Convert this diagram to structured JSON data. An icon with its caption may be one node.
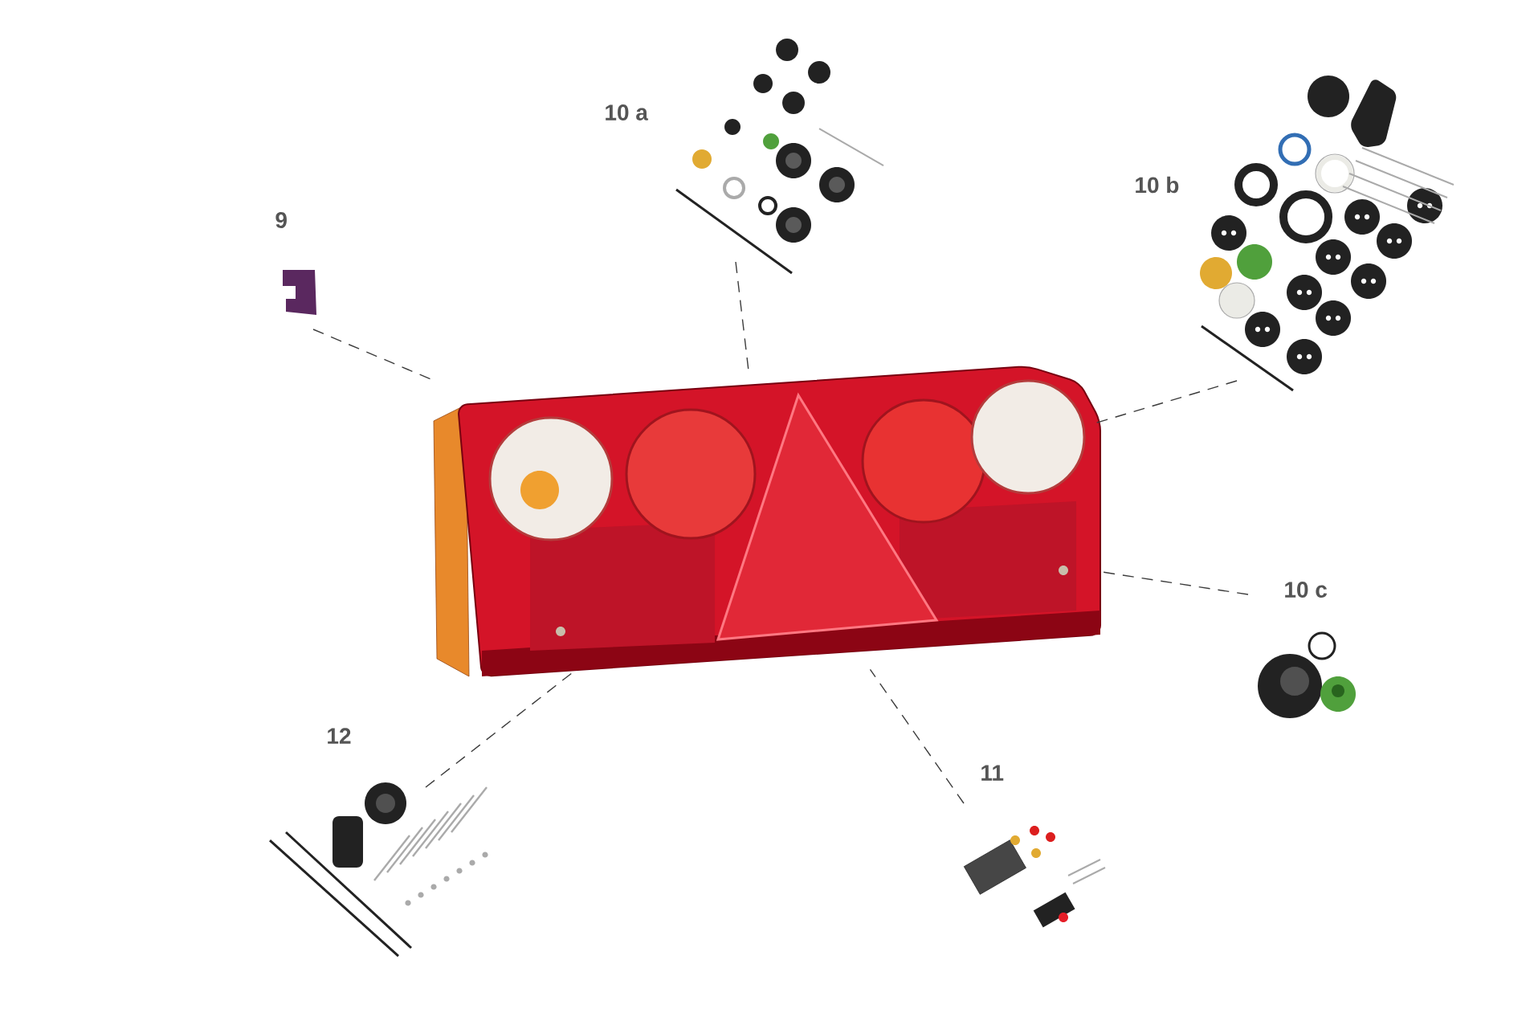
{
  "diagram": {
    "nodes": [
      {
        "text": [],
        "shape": "picture"
      },
      {
        "text": [],
        "shape": "picture",
        "beside": [
          "9"
        ]
      },
      {
        "text": [],
        "shape": "picture",
        "beside": [
          "10 a"
        ]
      },
      {
        "text": [],
        "shape": "picture",
        "beside": [
          "10 b"
        ]
      },
      {
        "text": [],
        "shape": "picture",
        "beside": [
          "10 c"
        ]
      },
      {
        "text": [],
        "shape": "picture",
        "beside": [
          "11"
        ]
      },
      {
        "text": [],
        "shape": "picture",
        "beside": [
          "12"
        ]
      }
    ],
    "edges": [
      {
        "from": 1,
        "to": 0,
        "arrow": "none",
        "style": "dashed"
      },
      {
        "from": 2,
        "to": 0,
        "arrow": "none",
        "style": "dashed"
      },
      {
        "from": 3,
        "to": 0,
        "arrow": "none",
        "style": "dashed"
      },
      {
        "from": 4,
        "to": 0,
        "arrow": "none",
        "style": "dashed"
      },
      {
        "from": 5,
        "to": 0,
        "arrow": "none",
        "style": "dashed"
      },
      {
        "from": 6,
        "to": 0,
        "arrow": "none",
        "style": "dashed"
      }
    ]
  }
}
